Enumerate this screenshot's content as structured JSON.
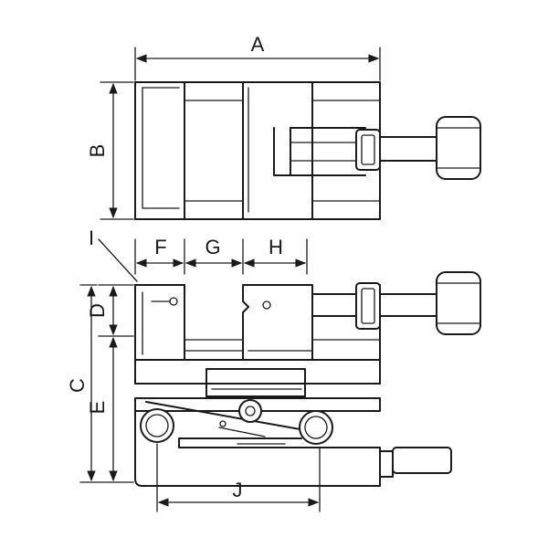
{
  "labels": {
    "a": "A",
    "b": "B",
    "c": "C",
    "d": "D",
    "e": "E",
    "f": "F",
    "g": "G",
    "h": "H",
    "i": "I",
    "j": "J"
  }
}
